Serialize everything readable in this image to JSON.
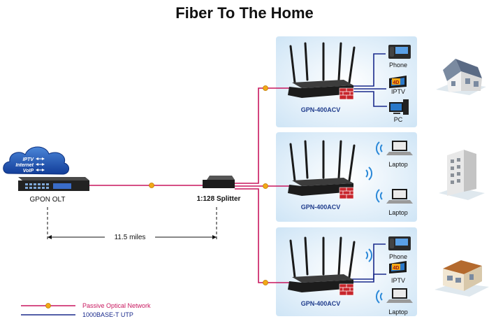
{
  "title": "Fiber To The Home",
  "olt": {
    "label": "GPON OLT",
    "cloud": [
      "IPTV",
      "Internet",
      "VoIP"
    ]
  },
  "splitter": {
    "label": "1:128 Splitter"
  },
  "distance": {
    "label": "11.5 miles"
  },
  "routers": [
    {
      "model": "GPN-400ACV",
      "devices": [
        "Phone",
        "IPTV",
        "PC"
      ]
    },
    {
      "model": "GPN-400ACV",
      "devices": [
        "Laptop",
        "Laptop"
      ]
    },
    {
      "model": "GPN-400ACV",
      "devices": [
        "Phone",
        "IPTV",
        "Laptop"
      ]
    }
  ],
  "iptv_badge": "4D",
  "legend": {
    "pon": "Passive Optical Network",
    "utp": "1000BASE-T UTP"
  },
  "colors": {
    "pon": "#c8175e",
    "utp": "#1a2a8c",
    "panel": "#ddeefa",
    "model_text": "#1f3c8c",
    "brick": "#c8262c"
  }
}
